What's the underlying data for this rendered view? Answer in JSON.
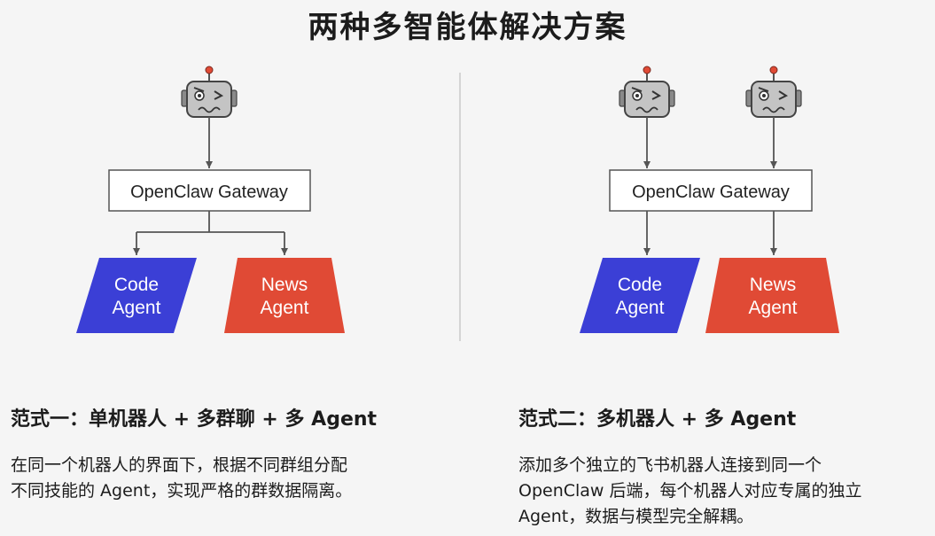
{
  "title": "两种多智能体解决方案",
  "left": {
    "gateway": "OpenClaw Gateway",
    "code_agent": [
      "Code",
      "Agent"
    ],
    "news_agent": [
      "News",
      "Agent"
    ],
    "heading": "范式一：单机器人 + 多群聊 + 多 Agent",
    "description": [
      "在同一个机器人的界面下，根据不同群组分配",
      "不同技能的 Agent，实现严格的群数据隔离。"
    ]
  },
  "right": {
    "gateway": "OpenClaw Gateway",
    "code_agent": [
      "Code",
      "Agent"
    ],
    "news_agent": [
      "News",
      "Agent"
    ],
    "heading": "范式二：多机器人 + 多 Agent",
    "description": [
      "添加多个独立的飞书机器人连接到同一个",
      "OpenClaw 后端，每个机器人对应专属的独立",
      "Agent，数据与模型完全解耦。"
    ]
  },
  "colors": {
    "code_agent": "#3b3fd6",
    "news_agent": "#e04a35",
    "robot": "#c4c4c4",
    "antenna": "#e04a35"
  },
  "icons": [
    "robot-icon"
  ]
}
